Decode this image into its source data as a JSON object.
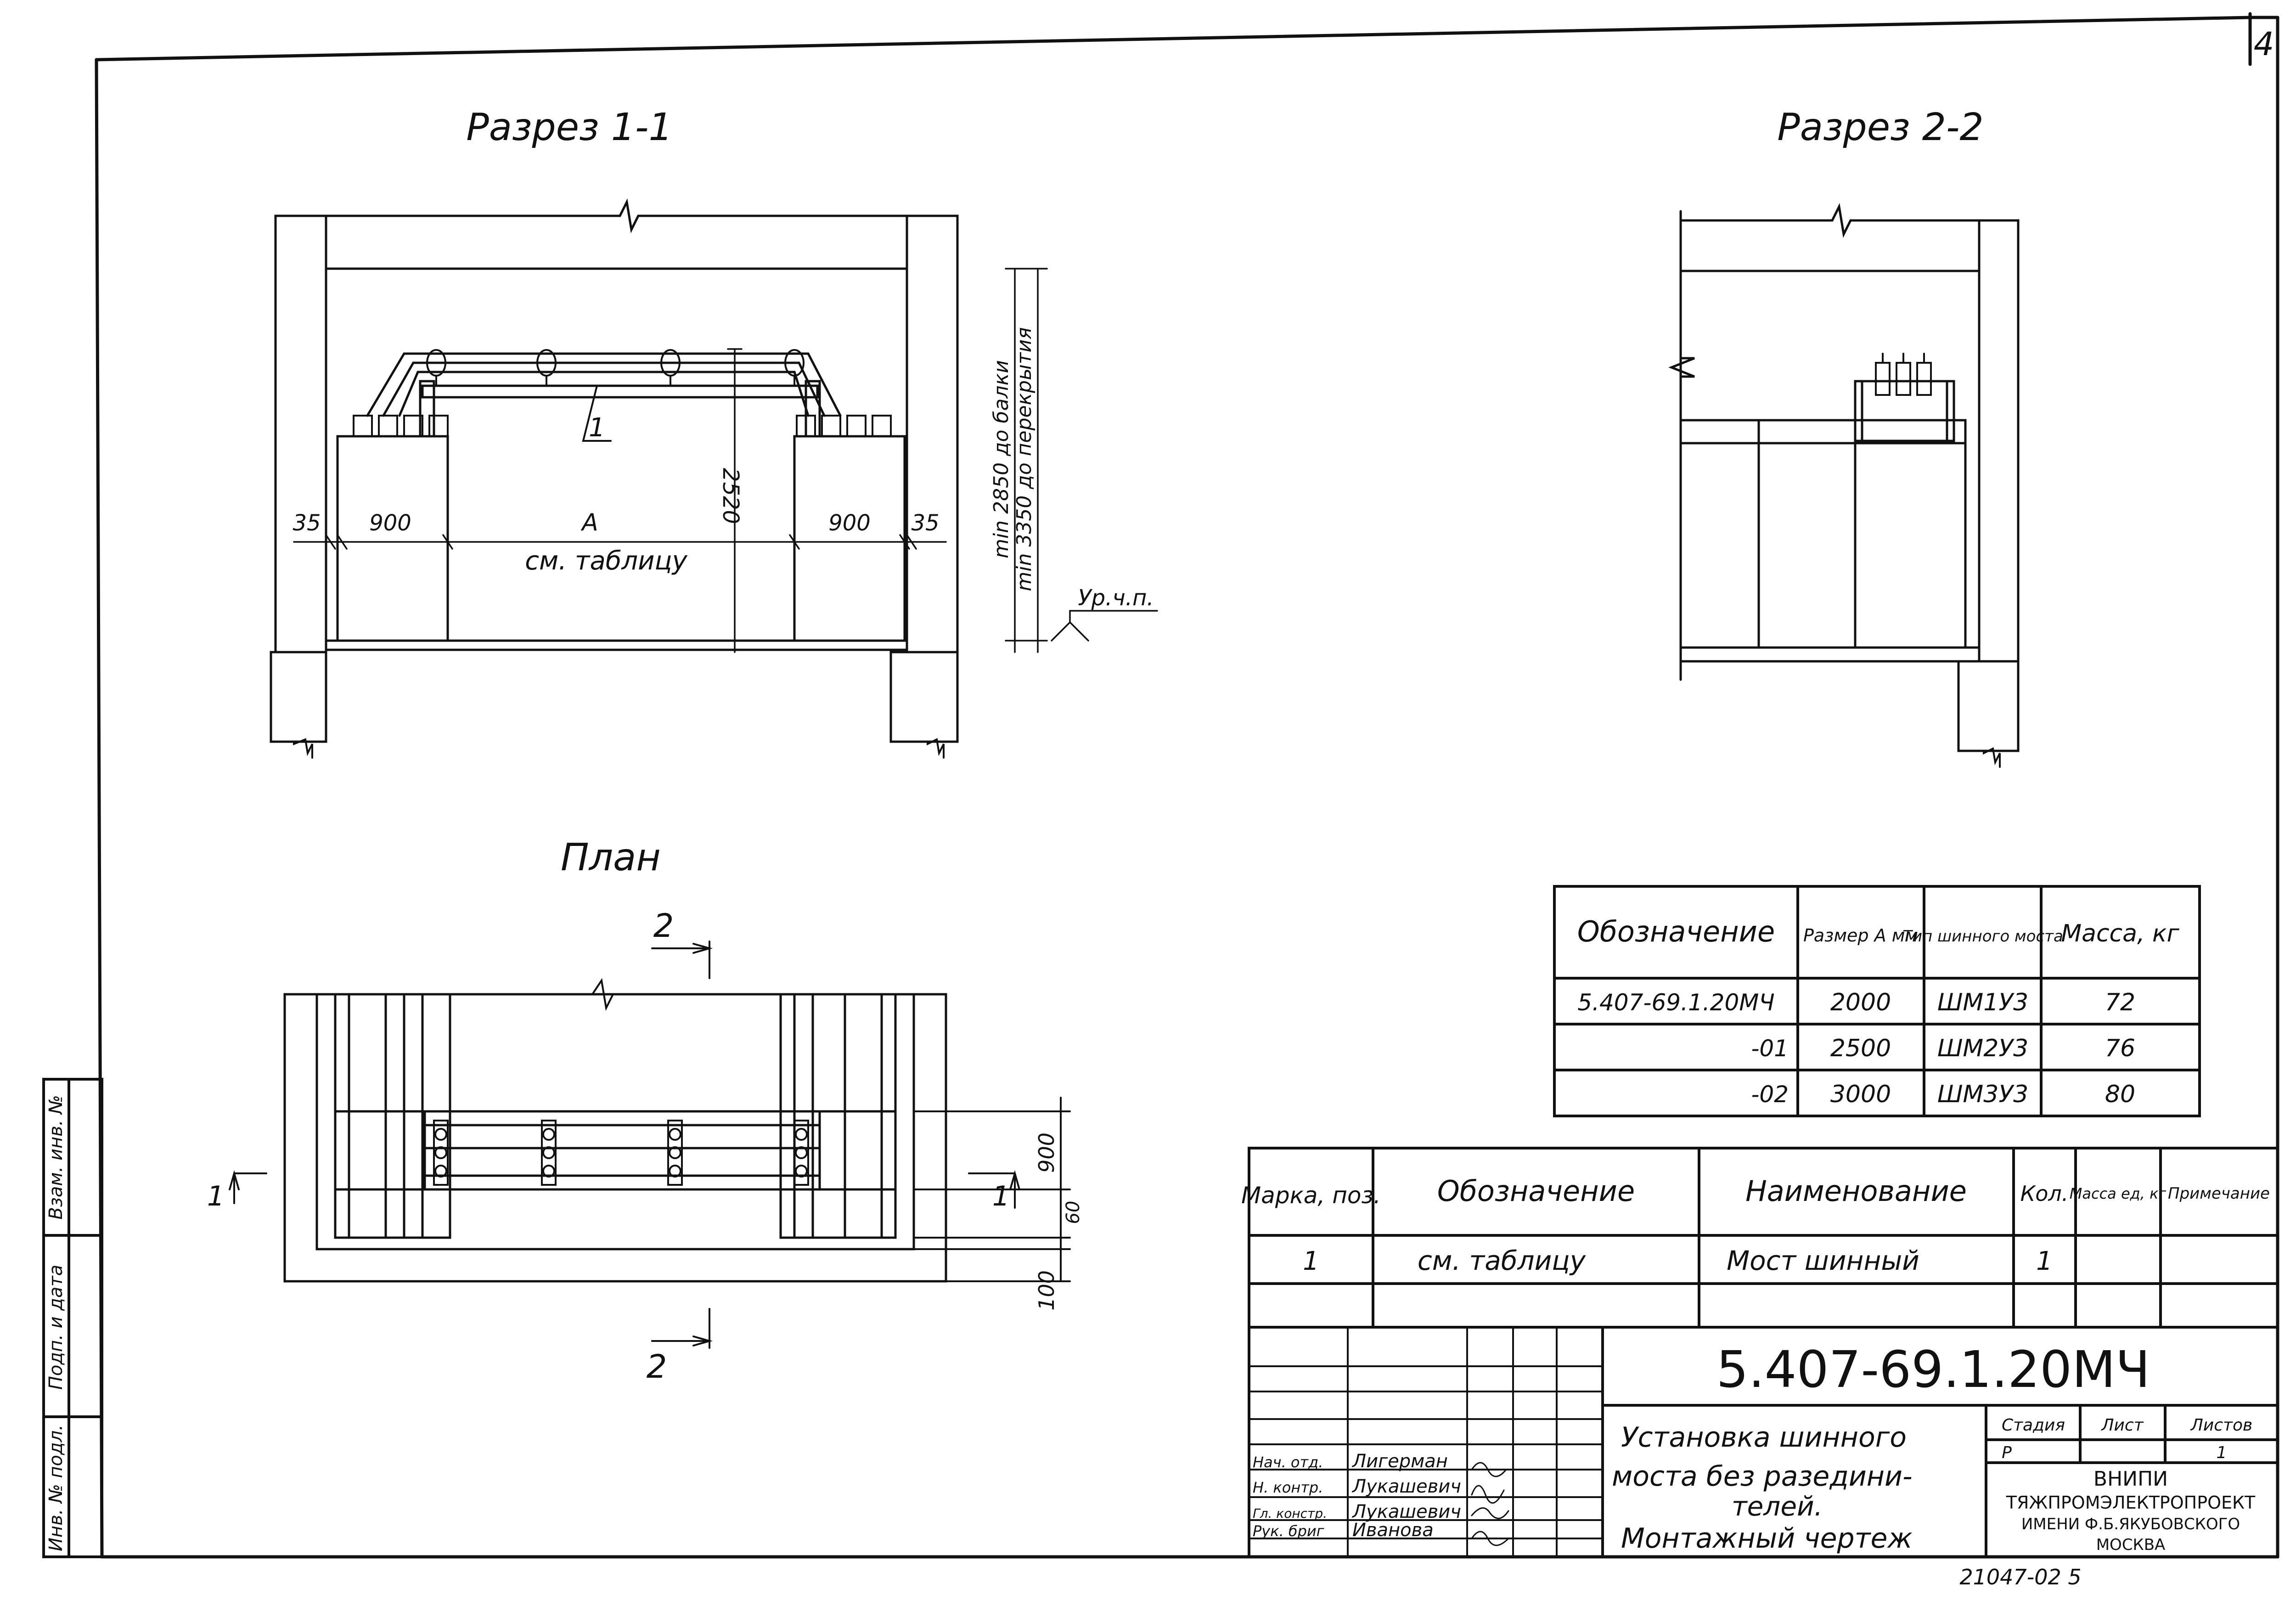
{
  "sheet_number": "4",
  "section_1_1": {
    "title": "Разрез 1-1",
    "dim_left_gap": "35",
    "dim_left_cabinet": "900",
    "dim_middle": "А",
    "dim_middle_note": "см. таблицу",
    "dim_right_cabinet": "900",
    "dim_right_gap": "35",
    "dim_height": "2520",
    "dim_beam": "min 2850 до балки",
    "dim_ceiling": "min 3350 до перекрытия",
    "floor_level": "Ур.ч.п.",
    "position_callout": "1"
  },
  "section_2_2": {
    "title": "Разрез 2-2"
  },
  "plan": {
    "title": "План",
    "cut_2_top": "2",
    "cut_2_bottom": "2",
    "cut_1_left": "1",
    "cut_1_right": "1",
    "dim_900": "900",
    "dim_60": "60",
    "dim_100": "100"
  },
  "variants_table": {
    "headers": [
      "Обозначение",
      "Размер А мм",
      "Тип шинного моста",
      "Масса, кг"
    ],
    "rows": [
      [
        "5.407-69.1.20МЧ",
        "2000",
        "ШМ1У3",
        "72"
      ],
      [
        "-01",
        "2500",
        "ШМ2У3",
        "76"
      ],
      [
        "-02",
        "3000",
        "ШМ3У3",
        "80"
      ]
    ]
  },
  "spec_table": {
    "headers": [
      "Марка, поз.",
      "Обозначение",
      "Наименование",
      "Кол.",
      "Масса ед, кг",
      "Примечание"
    ],
    "rows": [
      [
        "1",
        "см. таблицу",
        "Мост шинный",
        "1",
        "",
        ""
      ]
    ]
  },
  "title_block": {
    "document_code": "5.407-69.1.20МЧ",
    "drawing_title_line1": "Установка шинного",
    "drawing_title_line2": "моста без разедини-",
    "drawing_title_line3": "телей.",
    "drawing_title_line4": "Монтажный чертеж",
    "stage_label": "Стадия",
    "sheet_label": "Лист",
    "sheets_label": "Листов",
    "stage_value": "Р",
    "sheet_value": "",
    "sheets_value": "1",
    "org_line1": "ВНИПИ",
    "org_line2": "ТЯЖПРОМЭЛЕКТРОПРОЕКТ",
    "org_line3": "ИМЕНИ Ф.Б.ЯКУБОВСКОГО",
    "org_line4": "МОСКВА",
    "signatures": [
      {
        "role": "Нач. отд.",
        "name": "Лигерман"
      },
      {
        "role": "Н. контр.",
        "name": "Лукашевич"
      },
      {
        "role": "Гл. констр.",
        "name": "Лукашевич"
      },
      {
        "role": "Рук. бриг",
        "name": "Иванова"
      }
    ]
  },
  "side_stamp": {
    "field1": "Инв. № подл.",
    "field2": "Подп. и дата",
    "field3": "Взам. инв. №"
  },
  "footer_code": "21047-02  5"
}
